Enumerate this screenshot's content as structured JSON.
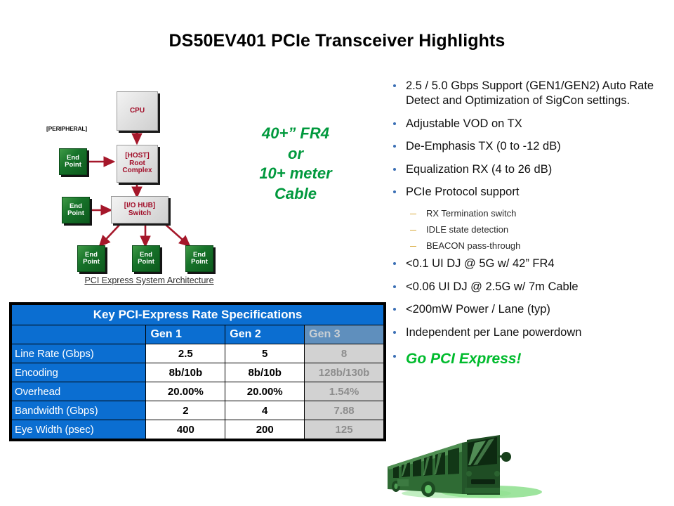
{
  "slide": {
    "title": "DS50EV401 PCIe Transceiver Highlights"
  },
  "diagram": {
    "caption": "PCI Express System Architecture",
    "peripheral_label": "[PERIPHERAL]",
    "nodes": {
      "cpu": "CPU",
      "root_complex_line1": "[HOST]",
      "root_complex_line2": "Root",
      "root_complex_line3": "Complex",
      "switch_line1": "[I/O HUB]",
      "switch_line2": "Switch",
      "endpoint_line1": "End",
      "endpoint_line2": "Point"
    },
    "colors": {
      "box_text": "#a10d28",
      "endpoint_fill": "#17732a",
      "arrow": "#a5172a"
    }
  },
  "callout": {
    "line1": "40+” FR4",
    "line2": "or",
    "line3": "10+ meter",
    "line4": "Cable",
    "color": "#00993d"
  },
  "table": {
    "title": "Key PCI-Express Rate Specifications",
    "columns": [
      "",
      "Gen 1",
      "Gen 2",
      "Gen 3"
    ],
    "rows": [
      {
        "label": "Line Rate (Gbps)",
        "gen1": "2.5",
        "gen2": "5",
        "gen3": "8"
      },
      {
        "label": "Encoding",
        "gen1": "8b/10b",
        "gen2": "8b/10b",
        "gen3": "128b/130b"
      },
      {
        "label": "Overhead",
        "gen1": "20.00%",
        "gen2": "20.00%",
        "gen3": "1.54%"
      },
      {
        "label": "Bandwidth (Gbps)",
        "gen1": "2",
        "gen2": "4",
        "gen3": "7.88"
      },
      {
        "label": "Eye Width (psec)",
        "gen1": "400",
        "gen2": "200",
        "gen3": "125"
      }
    ],
    "colors": {
      "header_blue": "#0b6ed1",
      "gen3_header": "#5f8fbd",
      "gen3_cell": "#d2d2d2"
    }
  },
  "bullets": {
    "items": [
      "2.5 / 5.0 Gbps Support (GEN1/GEN2) Auto Rate Detect and Optimization of SigCon settings.",
      "Adjustable VOD on TX",
      "De-Emphasis TX (0 to -12 dB)",
      "Equalization RX (4 to 26 dB)",
      "PCIe Protocol support"
    ],
    "sub_items": [
      "RX Termination switch",
      "IDLE state detection",
      "BEACON pass-through"
    ],
    "items_after": [
      "<0.1 UI DJ @ 5G w/ 42” FR4",
      "<0.06 UI DJ @ 2.5G w/ 7m Cable",
      "<200mW Power / Lane (typ)",
      "Independent per Lane powerdown"
    ],
    "closing": "Go PCI Express!",
    "bullet_color": "#3b6fb5",
    "dash_color": "#d8a93c",
    "closing_color": "#00bb2d"
  },
  "graphics": {
    "bus_icon": "green-bus-illustration"
  }
}
